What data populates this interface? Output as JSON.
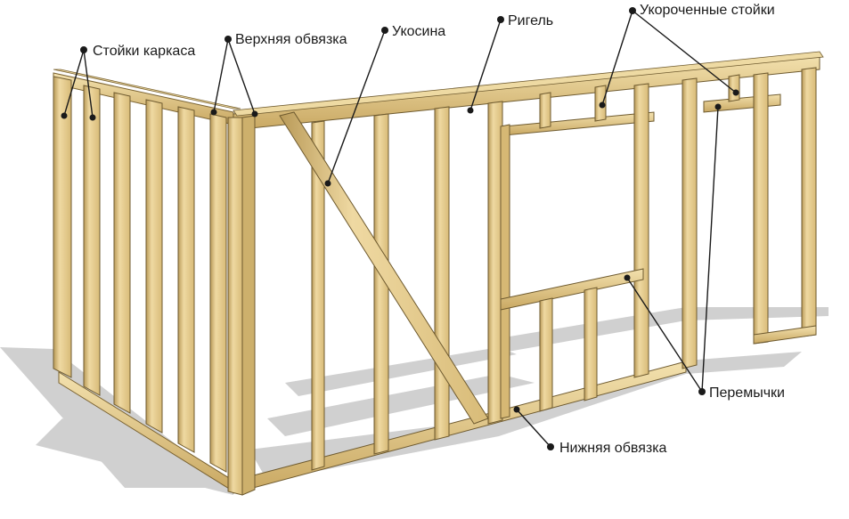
{
  "labels": {
    "studs": "Стойки каркаса",
    "top_plate": "Верхняя обвязка",
    "brace": "Укосина",
    "header_beam": "Ригель",
    "cripple_studs": "Укороченные стойки",
    "lintels": "Перемычки",
    "bottom_plate": "Нижняя обвязка"
  },
  "colors": {
    "wood_light": "#f0dca6",
    "wood_mid": "#d9bd7c",
    "wood_dark": "#a88a4c",
    "wood_edge": "#6e5a2f",
    "shadow": "#c4c4c4",
    "text": "#1a1a1a"
  }
}
